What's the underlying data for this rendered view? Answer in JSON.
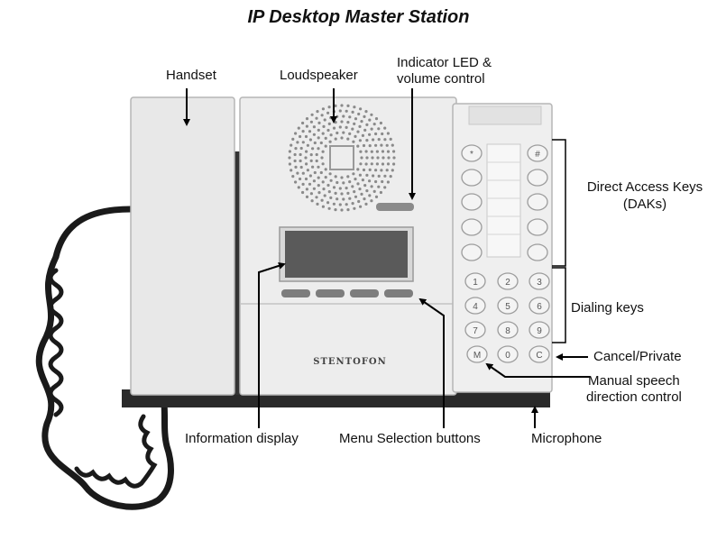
{
  "title": "IP Desktop Master Station",
  "labels": {
    "handset": "Handset",
    "loudspeaker": "Loudspeaker",
    "indicator_line1": "Indicator LED &",
    "indicator_line2": "volume control",
    "daks_line1": "Direct Access Keys",
    "daks_line2": "(DAKs)",
    "dialing": "Dialing keys",
    "cancel": "Cancel/Private",
    "manual_line1": "Manual speech",
    "manual_line2": "direction control",
    "info_display": "Information display",
    "menu_buttons": "Menu Selection buttons",
    "microphone": "Microphone"
  },
  "device": {
    "brand": "STENTOFON",
    "dak_top_left": "*",
    "dak_top_right": "#",
    "dial_keys": [
      "1",
      "2",
      "3",
      "4",
      "5",
      "6",
      "7",
      "8",
      "9"
    ],
    "bottom_keys": [
      "M",
      "0",
      "C"
    ]
  }
}
